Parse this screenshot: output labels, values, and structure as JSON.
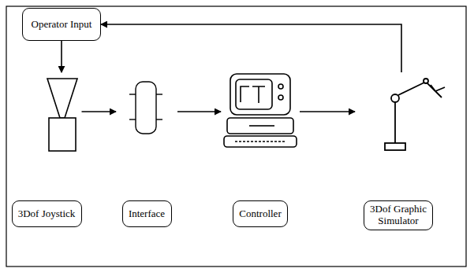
{
  "diagram": {
    "nodes": [
      {
        "text": [
          "Operator Input"
        ]
      },
      {
        "text": [
          "3Dof Joystick"
        ]
      },
      {
        "text": [
          "Interface"
        ]
      },
      {
        "text": [
          "Controller"
        ]
      },
      {
        "text": [
          "3Dof Graphic Simulator"
        ]
      }
    ],
    "edges": [
      {
        "from": 0,
        "to": 1,
        "arrow": "to"
      },
      {
        "from": 1,
        "to": 2,
        "arrow": "to"
      },
      {
        "from": 2,
        "to": 3,
        "arrow": "to"
      },
      {
        "from": 3,
        "to": 4,
        "arrow": "to"
      },
      {
        "from": 4,
        "to": 0,
        "arrow": "to"
      }
    ]
  }
}
